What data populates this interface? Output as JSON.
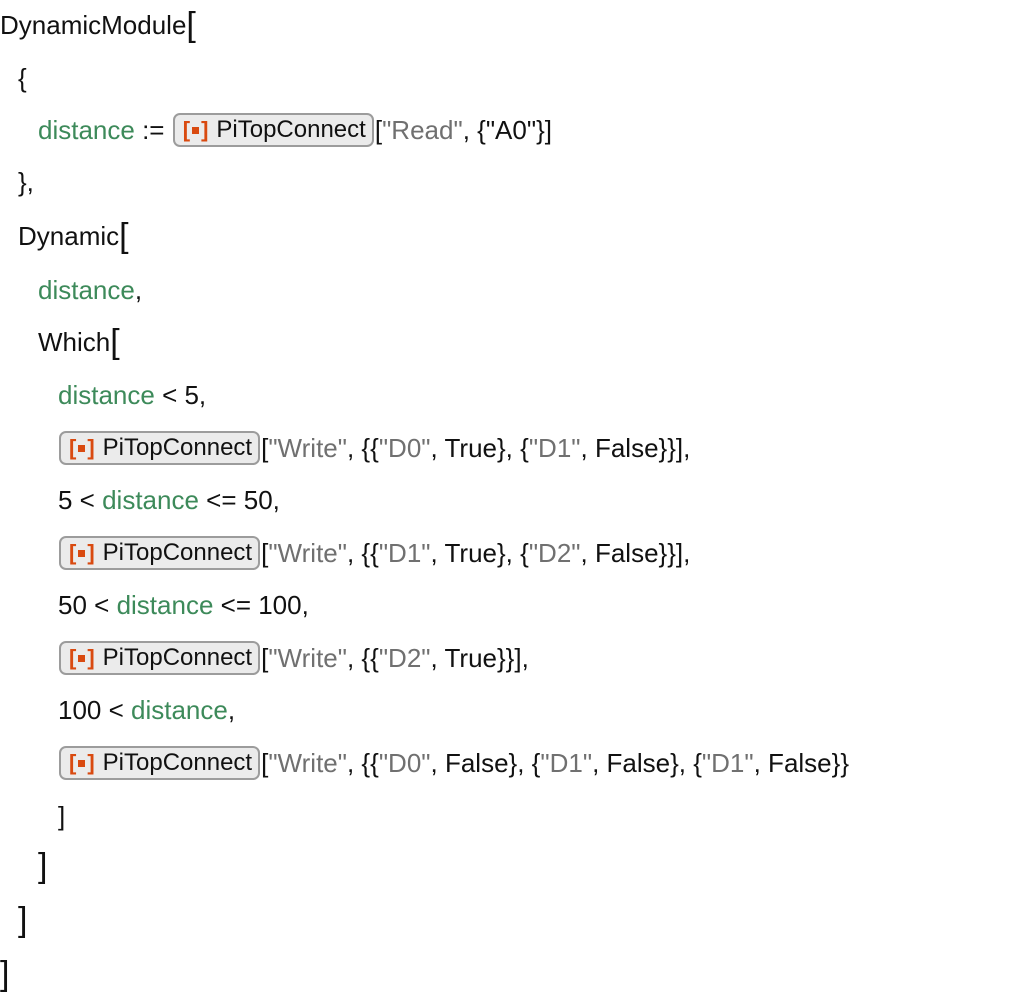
{
  "code": {
    "head": "DynamicModule",
    "open_bracket": "[",
    "close_bracket": "]",
    "open_brace": "{",
    "close_brace": "},",
    "variable": "distance",
    "assign_op": ":=",
    "dynamic_head": "Dynamic",
    "which_head": "Which",
    "resource_label": "PiTopConnect",
    "read_call": {
      "method": "\"Read\"",
      "args": ", {\"A0\"}]"
    },
    "dynamic_args_sep": ",",
    "conditions": [
      {
        "prefix": "",
        "var": "distance",
        "suffix": " < 5,"
      },
      {
        "prefix": "5 < ",
        "var": "distance",
        "suffix": " <= 50,"
      },
      {
        "prefix": "50 < ",
        "var": "distance",
        "suffix": " <= 100,"
      },
      {
        "prefix": "100 < ",
        "var": "distance",
        "suffix": ","
      }
    ],
    "actions": [
      {
        "open": "[",
        "method": "\"Write\"",
        "sep": ", {{",
        "p1": "\"D0\"",
        "v1": ", True}, {",
        "p2": "\"D1\"",
        "v2": ", False}}],",
        "p3": "",
        "v3": ""
      },
      {
        "open": "[",
        "method": "\"Write\"",
        "sep": ", {{",
        "p1": "\"D1\"",
        "v1": ", True}, {",
        "p2": "\"D2\"",
        "v2": ", False}}],",
        "p3": "",
        "v3": ""
      },
      {
        "open": "[",
        "method": "\"Write\"",
        "sep": ", {{",
        "p1": "\"D2\"",
        "v1": ", True}}],",
        "p2": "",
        "v2": "",
        "p3": "",
        "v3": ""
      },
      {
        "open": "[",
        "method": "\"Write\"",
        "sep": ", {{",
        "p1": "\"D0\"",
        "v1": ", False}, {",
        "p2": "\"D1\"",
        "v2": ", False}, {",
        "p3": "\"D1\"",
        "v3": ", False}}"
      }
    ]
  },
  "colors": {
    "variable": "#3d8a5a",
    "string": "#707070",
    "resource_icon": "#d94a10",
    "box_bg": "#ebebeb",
    "box_border": "#9c9c9c"
  }
}
